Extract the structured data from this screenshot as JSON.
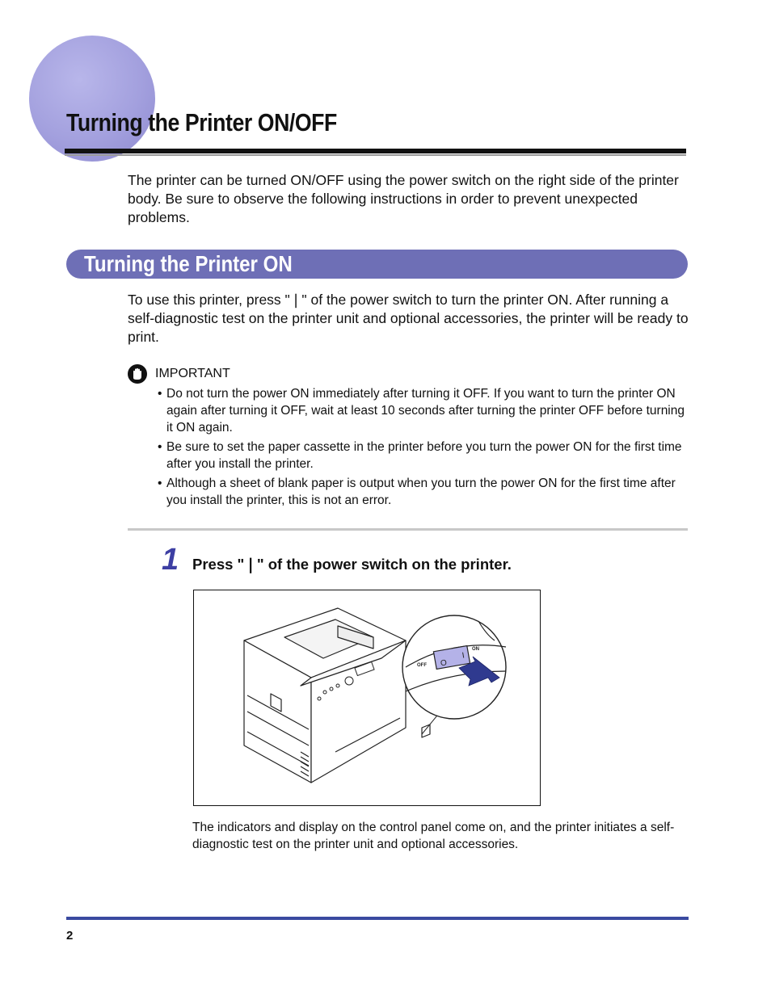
{
  "page": {
    "title": "Turning the Printer ON/OFF",
    "intro": "The printer can be turned ON/OFF using the power switch on the right side of the printer body. Be sure to observe the following instructions in order to prevent unexpected problems.",
    "page_number": "2"
  },
  "section": {
    "title": "Turning the Printer ON",
    "body": "To use this printer, press \"❘\" of the power switch to turn the printer ON. After running a self-diagnostic test on the printer unit and optional accessories, the printer will be ready to print."
  },
  "important": {
    "label": "IMPORTANT",
    "icon": "hand-stop-icon",
    "items": [
      "Do not turn the power ON immediately after turning it OFF. If you want to turn the printer ON again after turning it OFF, wait at least 10 seconds after turning the printer OFF before turning it ON again.",
      "Be sure to set the paper cassette in the printer before you turn the power ON for the first time after you install the printer.",
      "Although a sheet of blank paper is output when you turn the power ON for the first time after you install the printer, this is not an error."
    ]
  },
  "step": {
    "number": "1",
    "text": "Press \"❘\" of the power switch on the printer."
  },
  "figure": {
    "switch_off_label": "OFF",
    "switch_on_label": "ON"
  },
  "caption": "The indicators and display on the control panel come on, and the printer initiates a self-diagnostic test on the printer unit and optional accessories.",
  "colors": {
    "accent": "#6e6fb6",
    "circle": "#a3a0de",
    "step_number": "#3d3fa3",
    "footer_rule": "#3a4aa0",
    "arrow": "#2f3a8f"
  }
}
